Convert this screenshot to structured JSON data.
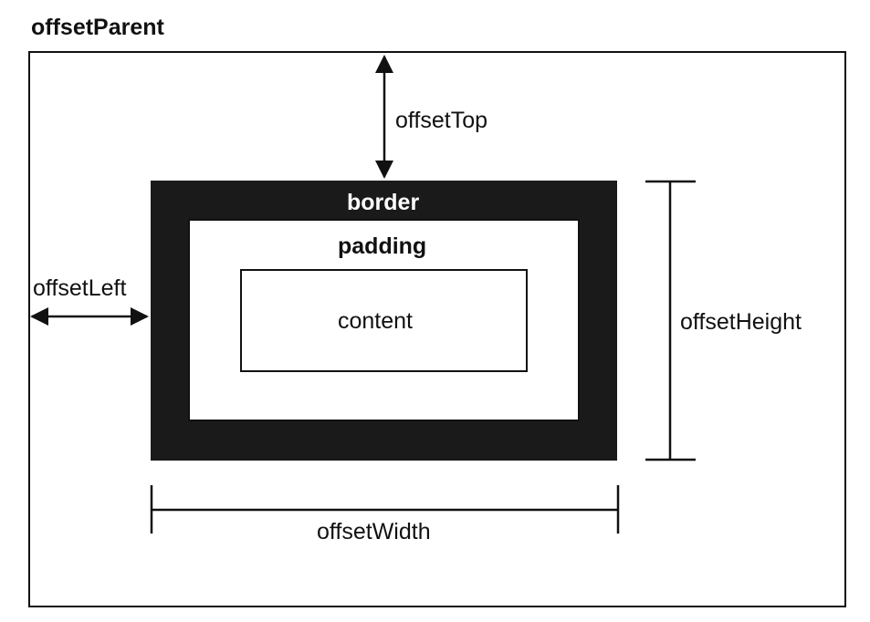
{
  "parent": {
    "title": "offsetParent"
  },
  "boxes": {
    "border_label": "border",
    "padding_label": "padding",
    "content_label": "content"
  },
  "measures": {
    "top": "offsetTop",
    "left": "offsetLeft",
    "height": "offsetHeight",
    "width": "offsetWidth"
  }
}
